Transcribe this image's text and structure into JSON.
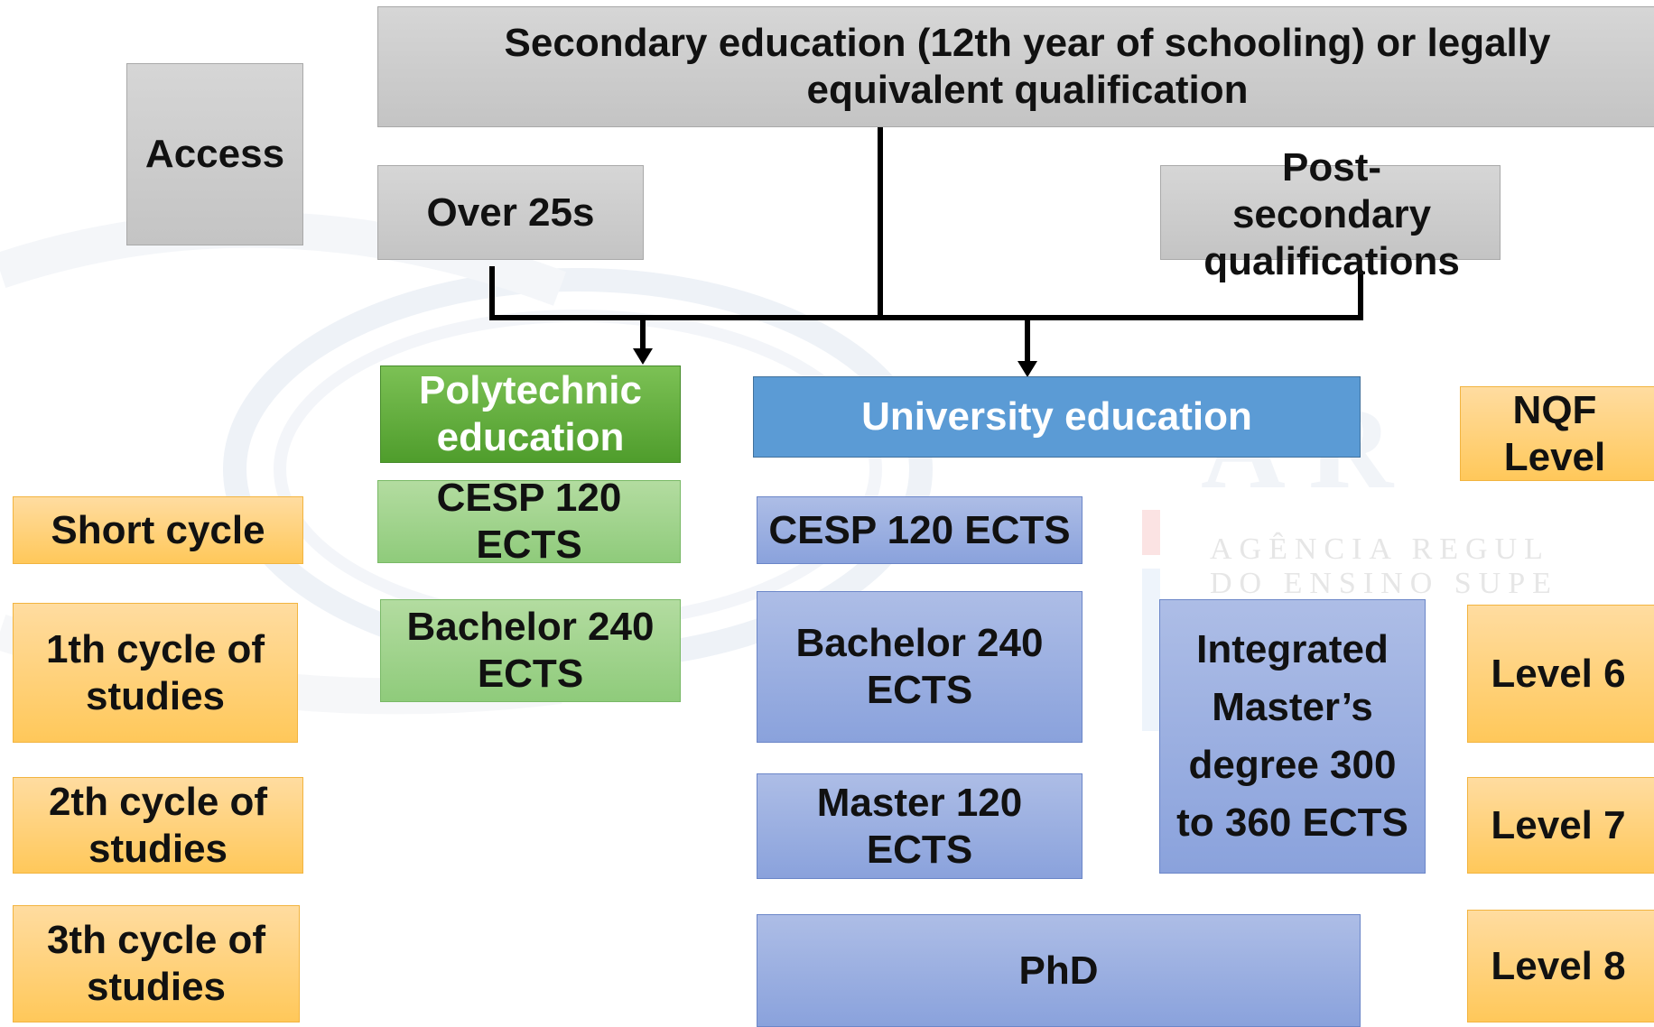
{
  "access": {
    "label": "Access"
  },
  "secondary": {
    "label": "Secondary education (12th year of schooling) or legally equivalent qualification"
  },
  "over25": {
    "label": "Over 25s"
  },
  "postsecondary": {
    "label": "Post-secondary qualifications"
  },
  "polytechnic": {
    "title": "Polytechnic education",
    "cesp": "CESP 120 ECTS",
    "bachelor": "Bachelor 240 ECTS"
  },
  "university": {
    "title": "University education",
    "cesp": "CESP 120 ECTS",
    "bachelor": "Bachelor 240 ECTS",
    "master": "Master 120 ECTS",
    "integrated": "Integrated Master’s degree 300 to 360 ECTS",
    "phd": "PhD"
  },
  "cycles": {
    "short": "Short cycle",
    "first": "1th cycle of studies",
    "second": "2th cycle of studies",
    "third": "3th cycle of studies"
  },
  "nqf": {
    "header": "NQF Level",
    "level6": "Level 6",
    "level7": "Level 7",
    "level8": "Level 8"
  },
  "watermark": {
    "line1": "AGÊNCIA REGUL",
    "line2": "DO ENSINO SUPE"
  },
  "colors": {
    "grey": "#c9c9c9",
    "orange": "#ffc85a",
    "green": "#8fcb7b",
    "green_dark": "#4f9d2c",
    "blue": "#8aa2dc",
    "blue_dark": "#5b9bd5"
  }
}
